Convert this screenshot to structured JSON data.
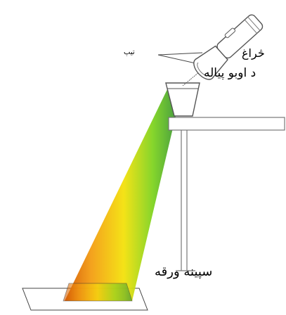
{
  "labels": {
    "flashlight": "څراغ",
    "tube": "تیپ",
    "water_cup": "د اوبو پیاله",
    "white_paper": "سپينه ورقه"
  },
  "colors": {
    "outline": "#555555",
    "spectrum": [
      "#c0392b",
      "#f39c12",
      "#f1e20a",
      "#7ed321",
      "#3a9a2f"
    ]
  }
}
